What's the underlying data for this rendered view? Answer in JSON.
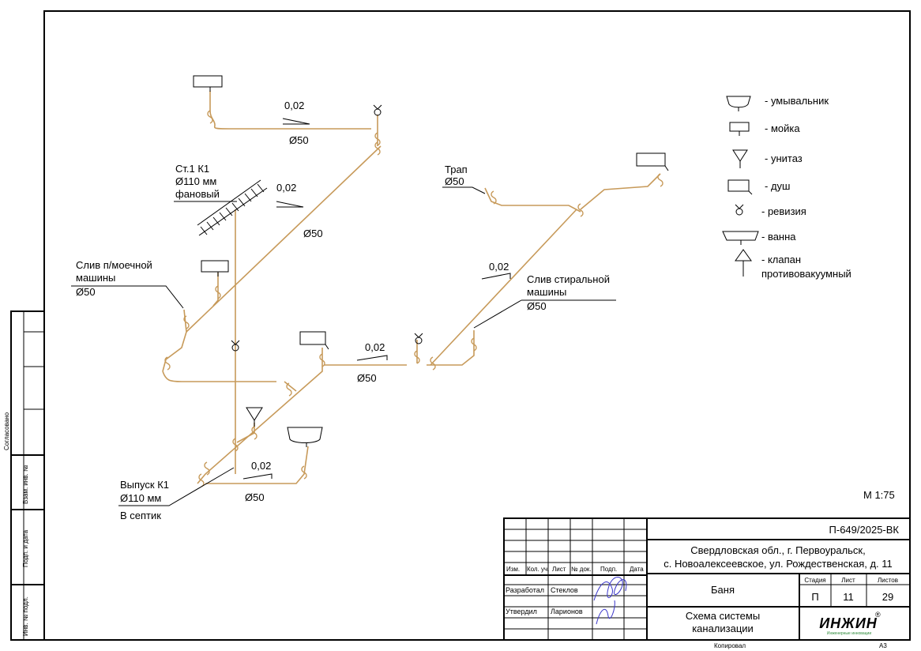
{
  "drawing": {
    "labels": {
      "riser_title": "Ст.1  К1",
      "riser_diam": "Ø110 мм",
      "riser_type": "фановый",
      "trap_title": "Трап",
      "trap_diam": "Ø50",
      "dishwasher_l1": "Слив п/моечной",
      "dishwasher_l2": "машины",
      "dishwasher_diam": "Ø50",
      "washer_l1": "Слив стиральной",
      "washer_l2": "машины",
      "washer_diam": "Ø50",
      "outlet_l1": "Выпуск К1",
      "outlet_l2": "Ø110 мм",
      "outlet_l3": "В септик"
    },
    "slopes": [
      "0,02",
      "0,02",
      "0,02",
      "0,02",
      "0,02"
    ],
    "diameters": [
      "Ø50",
      "Ø50",
      "Ø50",
      "Ø50"
    ],
    "scale": "М 1:75"
  },
  "legend": [
    {
      "icon": "washbasin-icon",
      "label": "- умывальник"
    },
    {
      "icon": "sink-icon",
      "label": "- мойка"
    },
    {
      "icon": "toilet-icon",
      "label": "- унитаз"
    },
    {
      "icon": "shower-icon",
      "label": "- душ"
    },
    {
      "icon": "revision-icon",
      "label": "- ревизия"
    },
    {
      "icon": "bathtub-icon",
      "label": "- ванна"
    },
    {
      "icon": "air-valve-icon",
      "label": "- клапан"
    },
    {
      "icon": "",
      "label": "противовакуумный"
    }
  ],
  "side_stamp": [
    "Согласовано",
    "Взам. инв. №",
    "Подп. и дата",
    "Инв. № подл."
  ],
  "title_block": {
    "code": "П-649/2025-ВК",
    "address_l1": "Свердловская обл., г. Первоуральск,",
    "address_l2": "с. Новоалексеевское, ул. Рождественская, д. 11",
    "object": "Баня",
    "sheet_title_l1": "Схема системы",
    "sheet_title_l2": "канализации",
    "col_headers": [
      "Изм.",
      "Кол. уч.",
      "Лист",
      "№ док.",
      "Подп.",
      "Дата"
    ],
    "roles": [
      {
        "role": "Разработал",
        "name": "Стеклов"
      },
      {
        "role": "Утвердил",
        "name": "Ларионов"
      }
    ],
    "stage_headers": [
      "Стадия",
      "Лист",
      "Листов"
    ],
    "stage": "П",
    "sheet": "11",
    "sheets": "29",
    "logo_text": "ИНЖИН",
    "logo_reg": "®",
    "logo_sub": "Инженерные инновации",
    "copied": "Копировал",
    "format": "А3"
  }
}
